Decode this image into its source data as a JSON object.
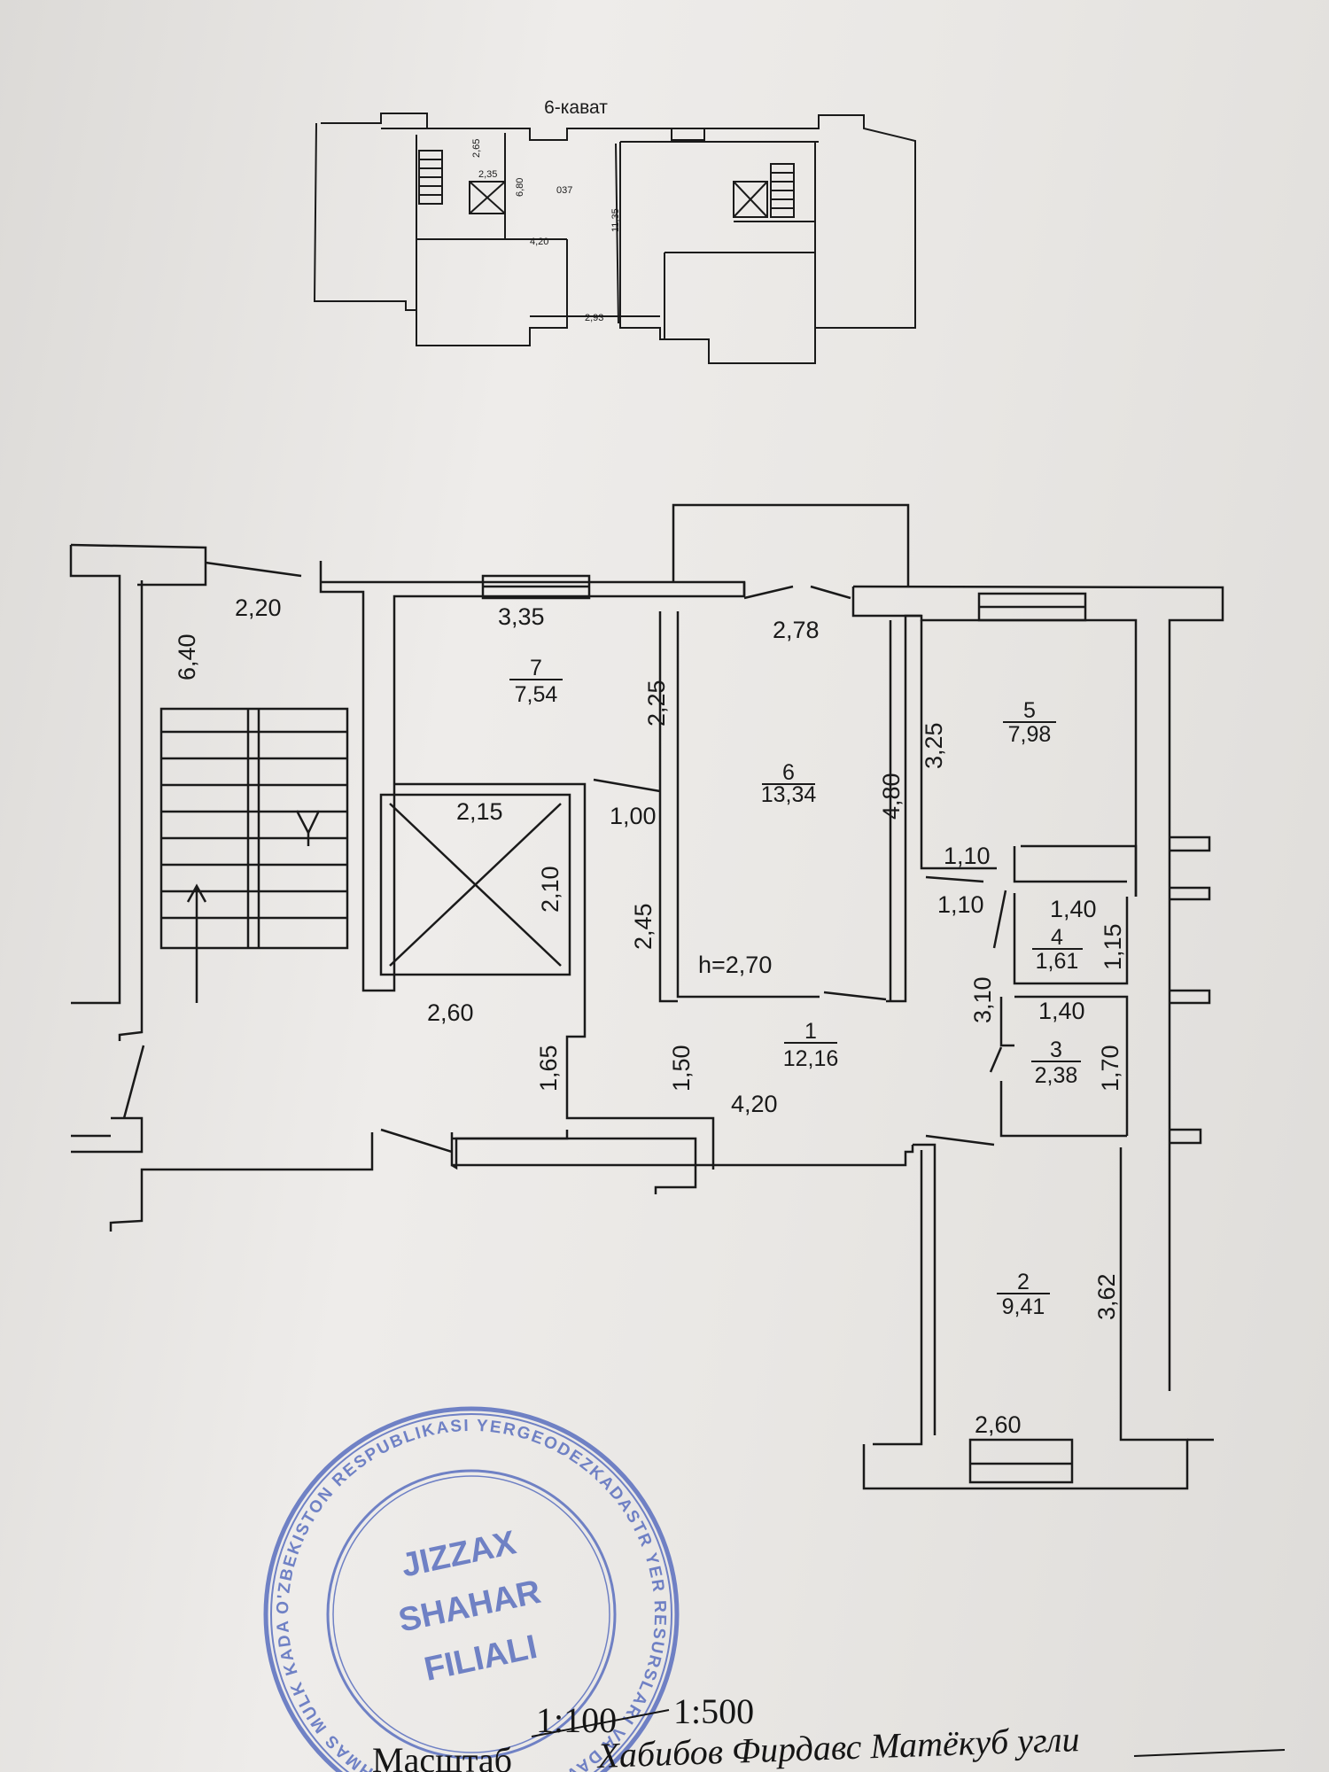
{
  "floor_title": "6-кават",
  "mini_plan": {
    "labels": [
      "2,65",
      "2,35",
      "6,80",
      "037",
      "11,35",
      "4,20",
      "2,93"
    ]
  },
  "rooms": [
    {
      "number": "7",
      "area": "7,54"
    },
    {
      "number": "6",
      "area": "13,34"
    },
    {
      "number": "5",
      "area": "7,98"
    },
    {
      "number": "4",
      "area": "1,61"
    },
    {
      "number": "3",
      "area": "2,38"
    },
    {
      "number": "2",
      "area": "9,41"
    },
    {
      "number": "1",
      "area": "12,16"
    }
  ],
  "dimensions": {
    "stair_height": "6,40",
    "stair_width": "2,20",
    "room7_width": "3,35",
    "room7_height": "2,25",
    "lift_width": "2,15",
    "lift_height": "2,10",
    "door_100": "1,00",
    "corridor_245": "2,45",
    "landing_width": "2,60",
    "corridor_165": "1,65",
    "corridor_150": "1,50",
    "corridor_420": "4,20",
    "room6_width": "2,78",
    "room6_height": "4,80",
    "ceiling_height": "h=2,70",
    "room5_height": "3,25",
    "hall_110_a": "1,10",
    "hall_110_b": "1,10",
    "room4_width": "1,40",
    "room4_height": "1,15",
    "hall_310": "3,10",
    "room3_width": "1,40",
    "room3_height": "1,70",
    "room2_height": "3,62",
    "room2_width": "2,60"
  },
  "stamp": {
    "center_lines": [
      "JIZZAX",
      "SHAHAR",
      "FILIALI"
    ],
    "ring_text": "O'ZBEKISTON RESPUBLIKASI YERGEODEZKADASTR YER RESURSLARI VA DAVLAT KADASTRI KO'CHMAS MULK KADASTRI"
  },
  "scale_line": {
    "prefix": "Масштаб",
    "crossed": "1:100",
    "value": "1:500"
  },
  "signature_name": "Хабибов Фирдавс Матёкуб угли",
  "colors": {
    "ink": "#1a1a1a",
    "stamp": "#5a6fbf",
    "paper": "#e6e4e1"
  }
}
